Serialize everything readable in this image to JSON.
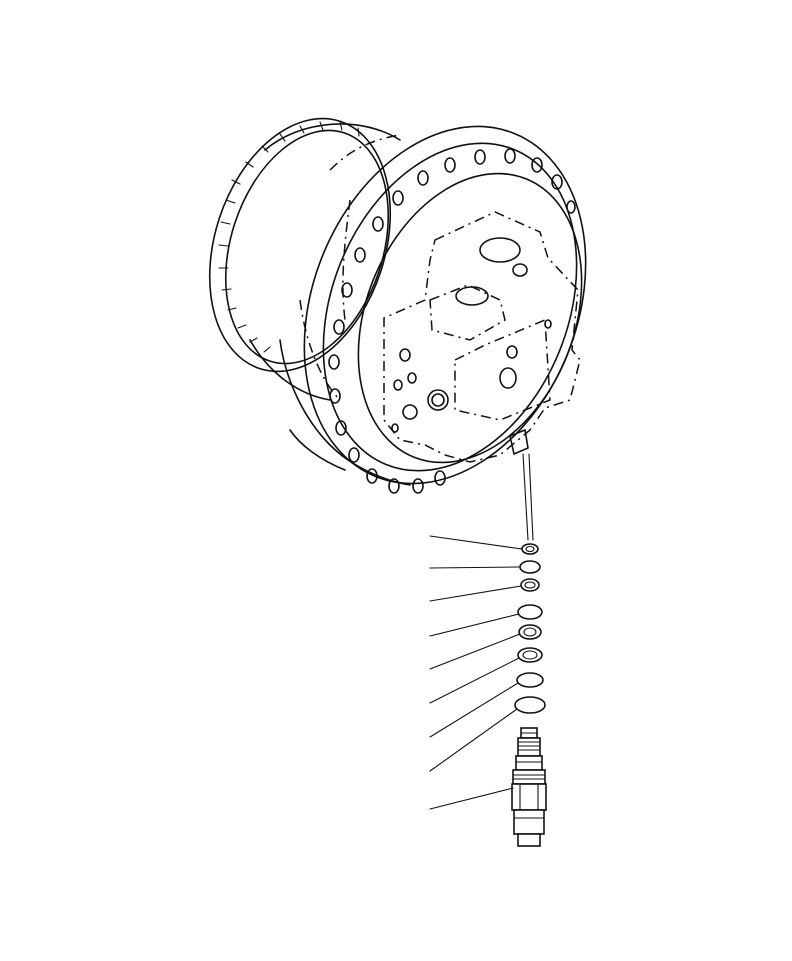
{
  "diagram": {
    "type": "exploded-parts-view",
    "assembly": "travel-motor-assembly",
    "callouts": [
      {
        "part": "o-ring"
      },
      {
        "part": "o-ring"
      },
      {
        "part": "o-ring"
      },
      {
        "part": "backup-ring"
      },
      {
        "part": "o-ring"
      },
      {
        "part": "o-ring"
      },
      {
        "part": "backup-ring"
      },
      {
        "part": "backup-ring"
      },
      {
        "part": "relief-valve-cartridge"
      }
    ]
  }
}
